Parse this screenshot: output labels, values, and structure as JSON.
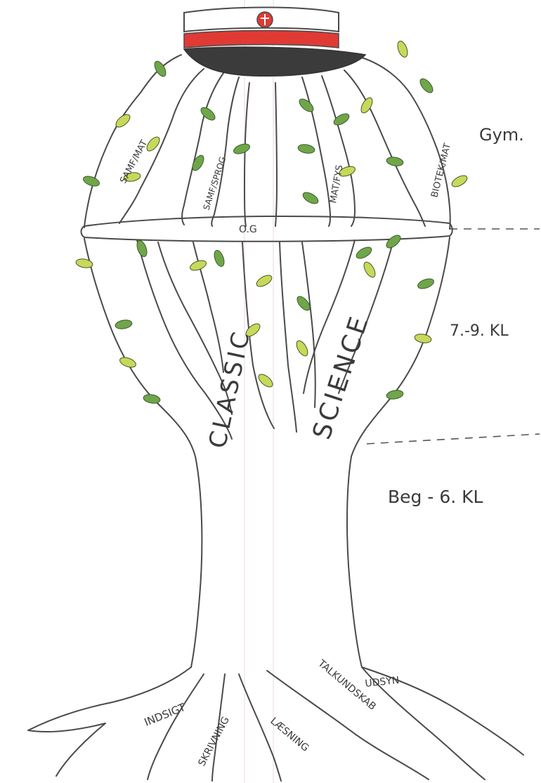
{
  "levels": {
    "gym": "Gym.",
    "mid": "7.-9. KL",
    "beg": "Beg - 6. KL"
  },
  "crown": {
    "branches": [
      "SAMF/MAT",
      "SAMF/SPROG",
      "MAT/FYS",
      "BIOTEK/MAT"
    ],
    "ring_label": "O.G"
  },
  "trunk": {
    "left_branch": "CLASSIC",
    "right_branch": "SCIENCE"
  },
  "roots": [
    "INDSIGT",
    "SKRIVNING",
    "LÆSNING",
    "TALKUNDSKAB",
    "UDSYN"
  ],
  "colors": {
    "cap_band": "#e03a35",
    "cap_visor": "#3b3b3b",
    "leaf_green": "#6fa64a",
    "leaf_yellow": "#c9d85a",
    "ink": "#4a4a4a",
    "guide_line": "#e6cfe6"
  }
}
